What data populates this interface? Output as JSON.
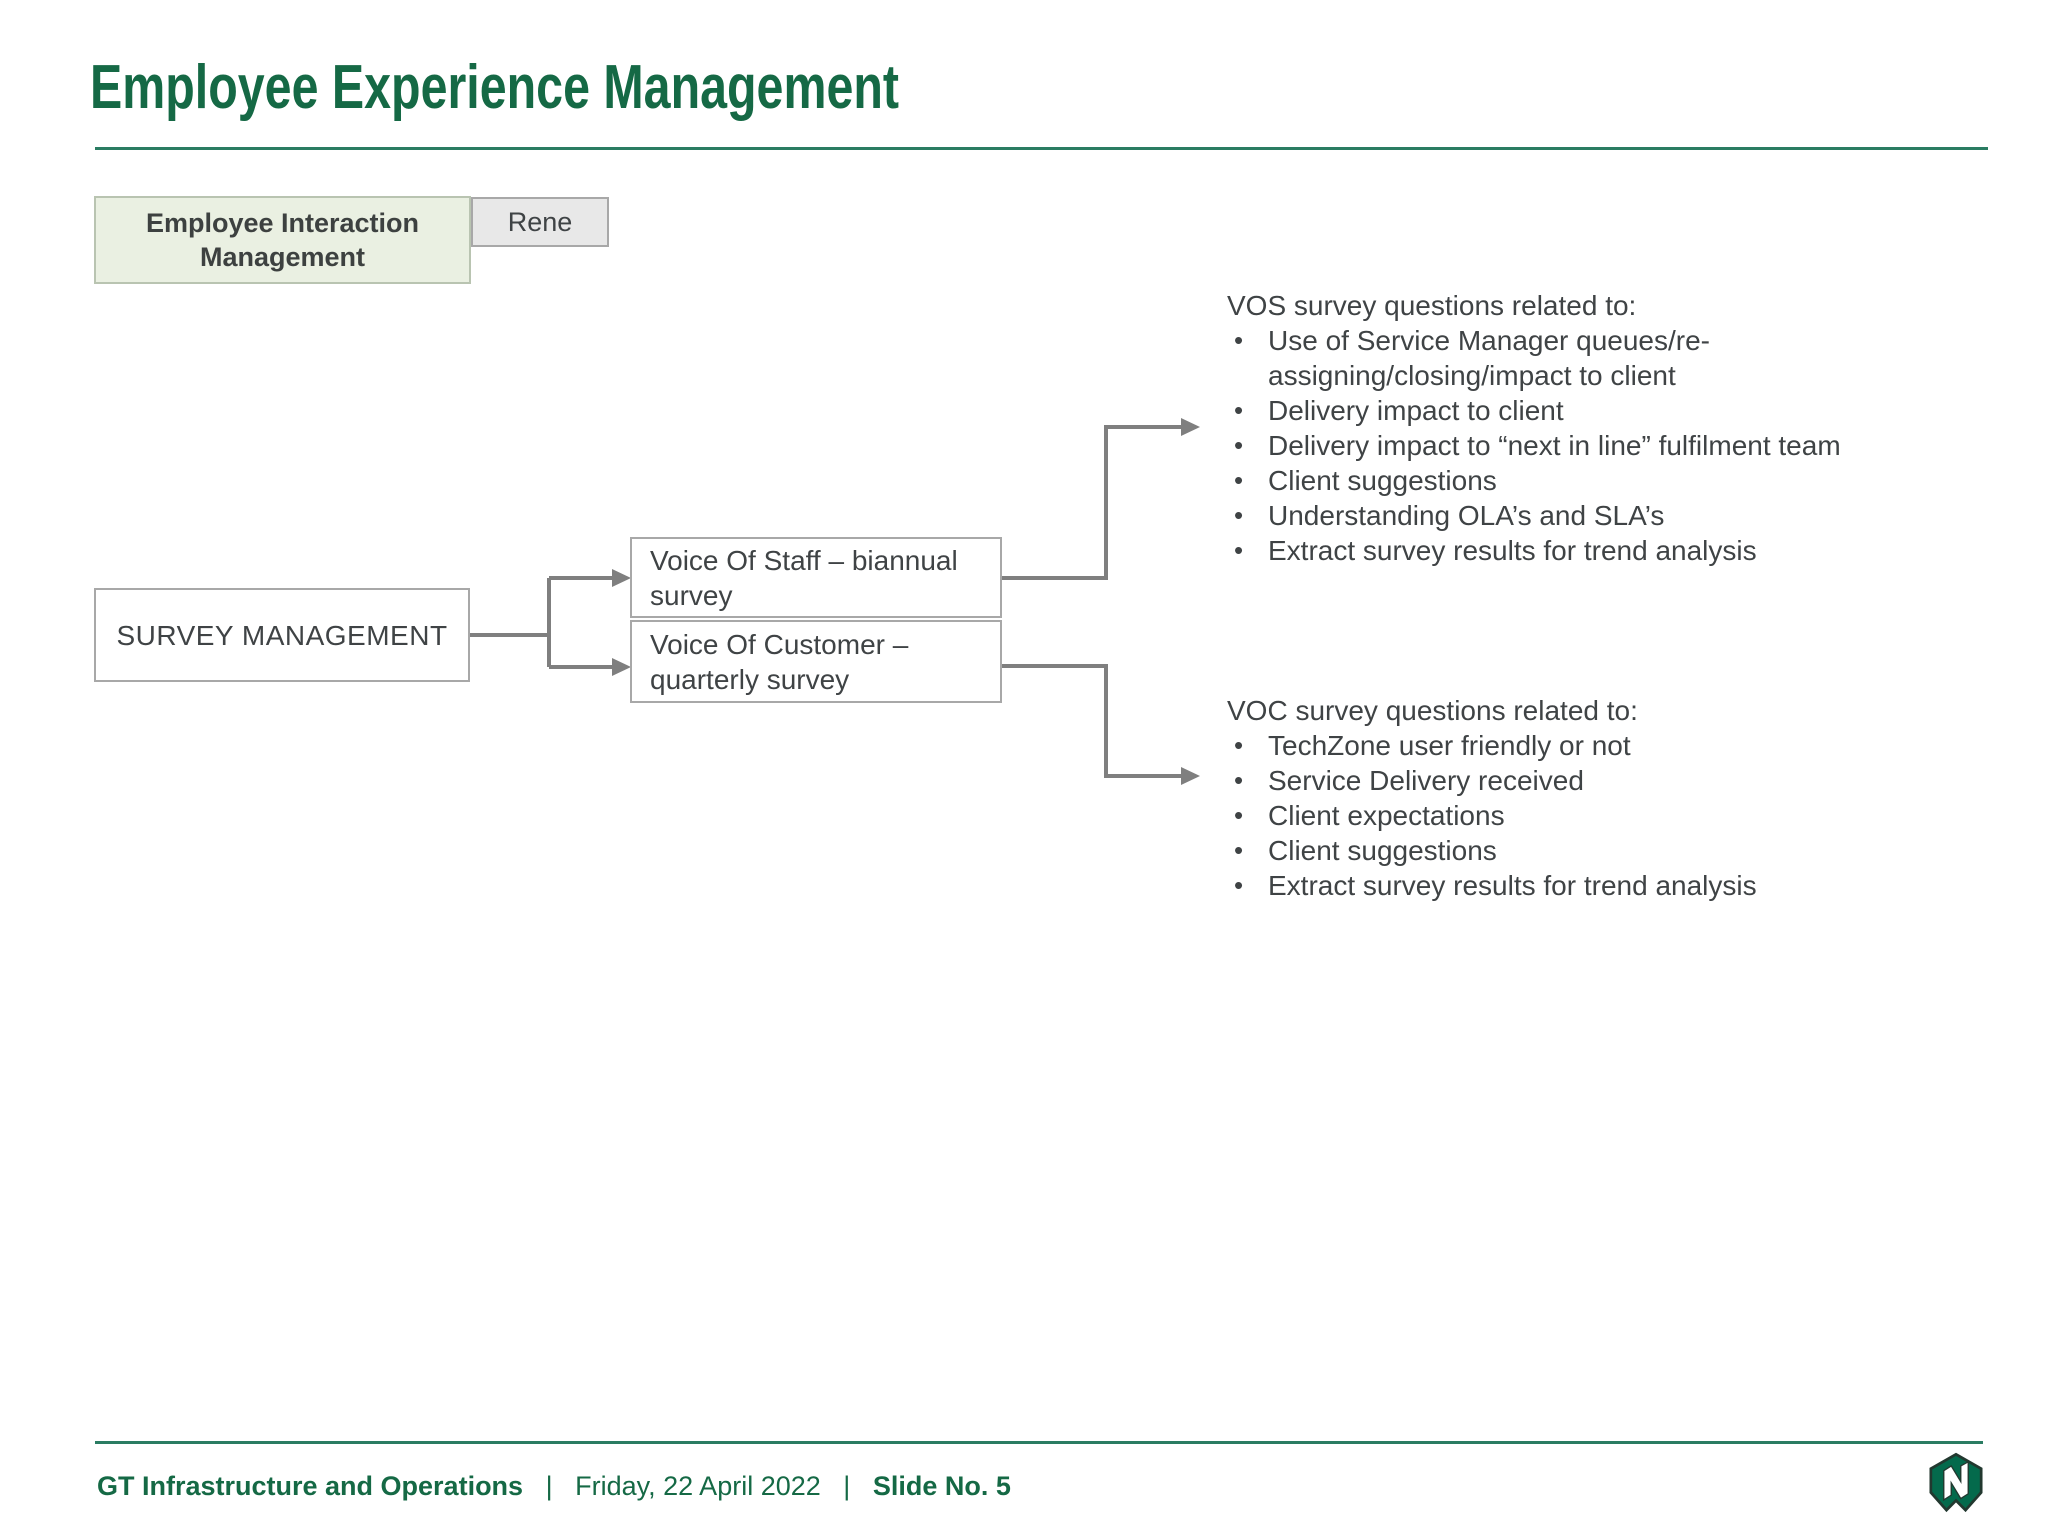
{
  "slide": {
    "title": "Employee Experience Management",
    "header_tags": {
      "management_box": "Employee Interaction Management",
      "owner_box": "Rene"
    },
    "diagram": {
      "root_box": "SURVEY MANAGEMENT",
      "survey_boxes": [
        "Voice Of Staff – biannual survey",
        "Voice Of Customer – quarterly survey"
      ],
      "vos": {
        "heading": "VOS survey questions related to:",
        "items": [
          "Use of Service Manager queues/re-assigning/closing/impact to client",
          "Delivery impact to client",
          "Delivery impact to “next in line” fulfilment team",
          "Client suggestions",
          "Understanding OLA’s and SLA’s",
          "Extract survey results for trend analysis"
        ]
      },
      "voc": {
        "heading": "VOC survey questions related to:",
        "items": [
          "TechZone user friendly or not",
          "Service Delivery received",
          "Client expectations",
          "Client suggestions",
          "Extract survey results for trend analysis"
        ]
      }
    },
    "footer": {
      "department": "GT Infrastructure and Operations",
      "separator": "|",
      "date": "Friday, 22 April 2022",
      "slide_number": "Slide No. 5"
    },
    "logo_icon": "nedbank-n-logo",
    "colors": {
      "title_green": "#156945",
      "divider_green": "#2a7c62",
      "footer_green": "#156945",
      "logo_green": "#046a4c",
      "body_text_gray": "#3f4345",
      "connector_gray": "#7f7f7f",
      "employee_box_fill": "#eaf0e2",
      "rene_box_fill": "#e8e8e8"
    }
  }
}
